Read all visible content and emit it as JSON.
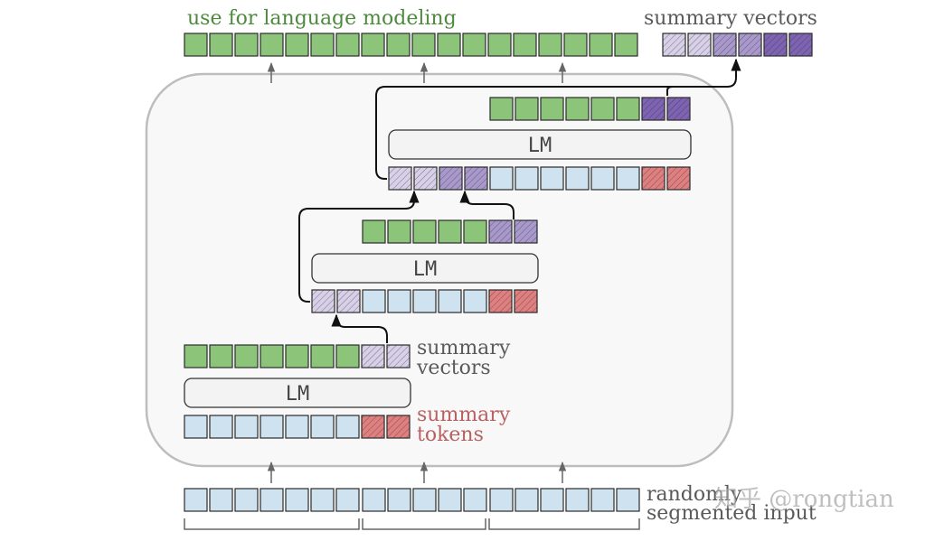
{
  "labels": {
    "top_lm": "use for language modeling",
    "top_summary": "summary vectors",
    "side_summary_vectors": "summary\nvectors",
    "side_summary_tokens": "summary\ntokens",
    "input": "randomly\nsegmented input",
    "lm": "LM",
    "watermark": "知乎 @rongtian"
  },
  "colors": {
    "green": "#8cc57a",
    "blue": "#cfe2f0",
    "red": "#e07f7f",
    "purple_light": "#d7d0e8",
    "purple_mid": "#a898cc",
    "purple_dark": "#7d63b2",
    "label_green": "#4e8a3e",
    "label_gray": "#5a5a5a",
    "label_red": "#b96060"
  }
}
